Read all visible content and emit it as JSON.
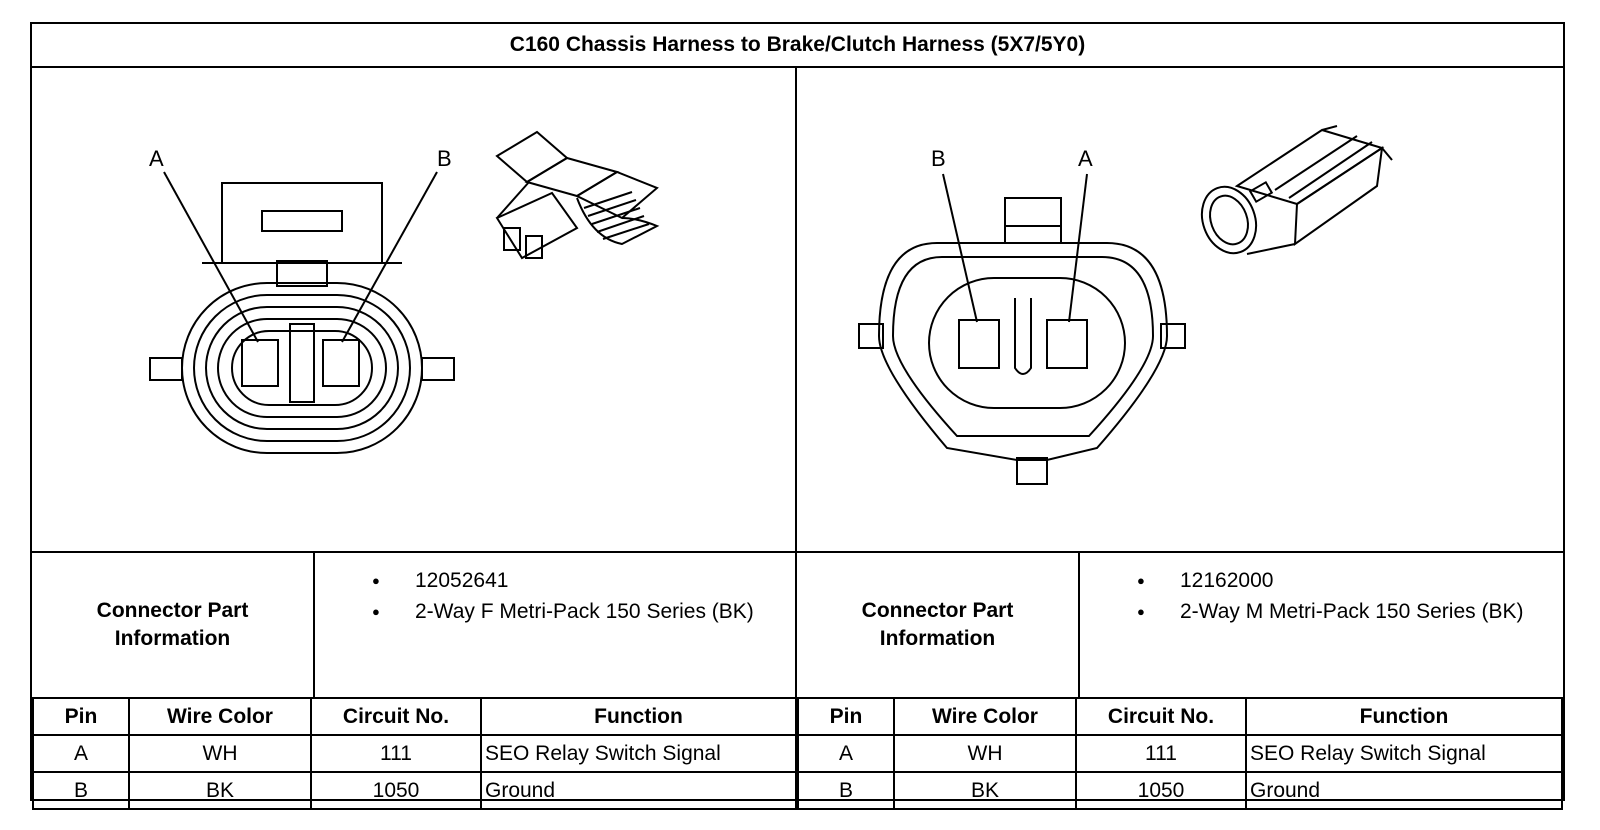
{
  "title": "C160 Chassis Harness to Brake/Clutch Harness (5X7/5Y0)",
  "connectors": [
    {
      "side": "left",
      "pin_labels": [
        "A",
        "B"
      ],
      "info_label": "Connector Part Information",
      "part_info": [
        "12052641",
        "2-Way F Metri-Pack 150 Series (BK)"
      ],
      "headers": [
        "Pin",
        "Wire Color",
        "Circuit No.",
        "Function"
      ],
      "rows": [
        {
          "pin": "A",
          "wire": "WH",
          "circuit": "111",
          "function": "SEO Relay Switch Signal"
        },
        {
          "pin": "B",
          "wire": "BK",
          "circuit": "1050",
          "function": "Ground"
        }
      ]
    },
    {
      "side": "right",
      "pin_labels": [
        "B",
        "A"
      ],
      "info_label": "Connector Part Information",
      "part_info": [
        "12162000",
        "2-Way M Metri-Pack 150 Series (BK)"
      ],
      "headers": [
        "Pin",
        "Wire Color",
        "Circuit No.",
        "Function"
      ],
      "rows": [
        {
          "pin": "A",
          "wire": "WH",
          "circuit": "111",
          "function": "SEO Relay Switch Signal"
        },
        {
          "pin": "B",
          "wire": "BK",
          "circuit": "1050",
          "function": "Ground"
        }
      ]
    }
  ]
}
